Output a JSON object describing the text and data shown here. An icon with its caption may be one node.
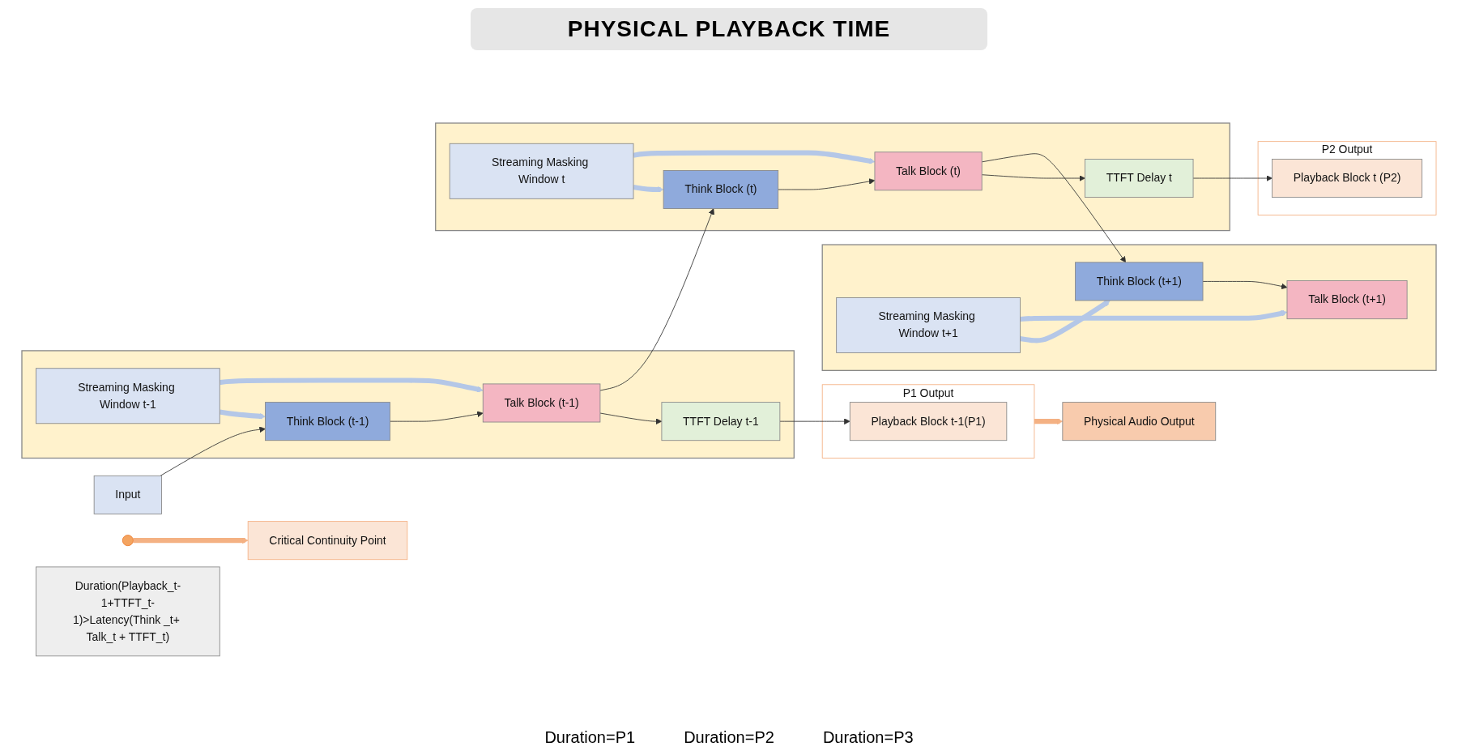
{
  "diagram": {
    "title": "PHYSICAL PLAYBACK TIME",
    "nodes": [
      {
        "text": [
          "Input"
        ]
      },
      {
        "text": [],
        "shape": "box"
      },
      {
        "text": [
          "Streaming Masking Window t-1"
        ],
        "in": 1
      },
      {
        "text": [
          "Think Block (t-1)"
        ],
        "in": 1
      },
      {
        "text": [
          "Talk Block (t-1)"
        ],
        "in": 1
      },
      {
        "text": [
          "TTFT Delay t-1"
        ],
        "in": 1
      },
      {
        "text": [],
        "shape": "box"
      },
      {
        "text": [
          "Streaming Masking Window t"
        ],
        "in": 6
      },
      {
        "text": [
          "Think Block (t)"
        ],
        "in": 6
      },
      {
        "text": [
          "Talk Block (t)"
        ],
        "in": 6
      },
      {
        "text": [
          "TTFT Delay t"
        ],
        "in": 6
      },
      {
        "text": [],
        "shape": "box"
      },
      {
        "text": [
          "Streaming Masking Window t+1"
        ],
        "in": 11
      },
      {
        "text": [
          "Think Block (t+1)"
        ],
        "in": 11
      },
      {
        "text": [
          "Talk Block (t+1)"
        ],
        "in": 11
      },
      {
        "text": [
          "Physical Audio Output"
        ]
      },
      {
        "text": [
          "P1 Output"
        ]
      },
      {
        "text": [
          "Playback Block t-1(P1)"
        ],
        "in": 16
      },
      {
        "text": [
          "P2 Output"
        ]
      },
      {
        "text": [
          "Playback Block t (P2)"
        ],
        "in": 18
      },
      {
        "text": [],
        "shape": "circle"
      },
      {
        "text": [
          "Critical Continuity Point"
        ]
      },
      {
        "text": [
          "Duration(Playback_t-1+TTFT_t-1)>Latency(Think _t+ Talk_t + TTFT_t)"
        ]
      }
    ],
    "edges": [
      {
        "from": 0,
        "to": 3,
        "arrow": "to"
      },
      {
        "from": 2,
        "to": 3,
        "arrow": "to",
        "style": "thick",
        "color": "#b4c7e7"
      },
      {
        "from": 2,
        "to": 4,
        "arrow": "to",
        "style": "thick",
        "color": "#b4c7e7"
      },
      {
        "from": 3,
        "to": 4,
        "arrow": "to"
      },
      {
        "from": 4,
        "to": 5,
        "arrow": "to"
      },
      {
        "from": 4,
        "to": 8,
        "arrow": "to"
      },
      {
        "from": 7,
        "to": 8,
        "arrow": "to",
        "style": "thick",
        "color": "#b4c7e7"
      },
      {
        "from": 7,
        "to": 9,
        "arrow": "to",
        "style": "thick",
        "color": "#b4c7e7"
      },
      {
        "from": 8,
        "to": 9,
        "arrow": "to"
      },
      {
        "from": 9,
        "to": 10,
        "arrow": "to"
      },
      {
        "from": 9,
        "to": 13,
        "arrow": "to"
      },
      {
        "from": 12,
        "to": 13,
        "arrow": "to",
        "style": "thick",
        "color": "#b4c7e7"
      },
      {
        "from": 12,
        "to": 14,
        "arrow": "to",
        "style": "thick",
        "color": "#b4c7e7"
      },
      {
        "from": 13,
        "to": 14,
        "arrow": "to"
      },
      {
        "from": 5,
        "to": 17,
        "arrow": "to"
      },
      {
        "from": 10,
        "to": 19,
        "arrow": "to"
      },
      {
        "from": 16,
        "to": 15,
        "arrow": "to",
        "style": "thick",
        "color": "#f4b183"
      },
      {
        "from": 20,
        "to": 21,
        "arrow": "to",
        "style": "thick",
        "color": "#f4b183"
      }
    ],
    "labels": [
      "Duration=P1",
      "Duration=P2",
      "Duration=P3"
    ]
  }
}
